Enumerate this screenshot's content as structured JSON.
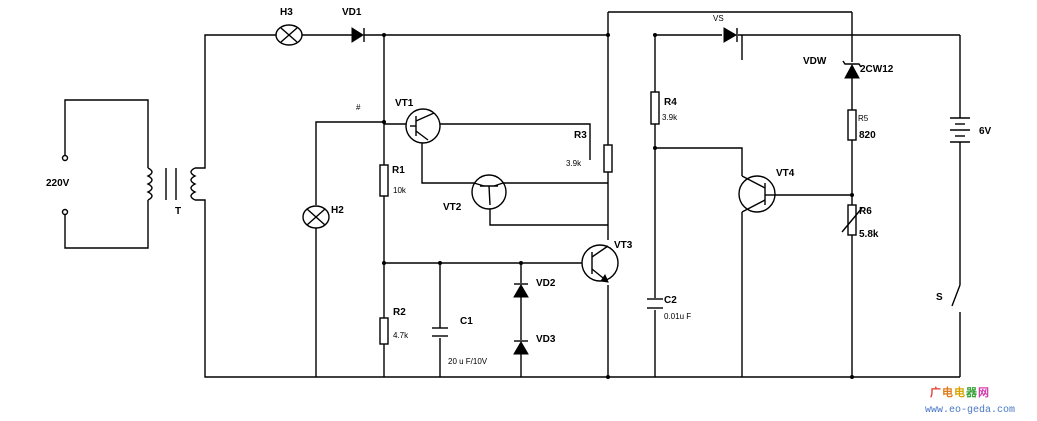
{
  "labels": {
    "source": "220V",
    "transformer": "T",
    "lamp_h3": "H3",
    "lamp_h2": "H2",
    "diode_vd1": "VD1",
    "diode_vd2": "VD2",
    "diode_vd3": "VD3",
    "diode_vs": "VS",
    "zener_vdw": "VDW",
    "zener_vdw_type": "2CW12",
    "r1": "R1",
    "r1_value": "10k",
    "r2": "R2",
    "r2_value": "4.7k",
    "r3": "R3",
    "r3_value": "3.9k",
    "r4": "R4",
    "r4_value": "3.9k",
    "r5": "R5",
    "r5_value": "820",
    "r6": "R6",
    "r6_value": "5.8k",
    "c1": "C1",
    "c1_value": "20 u F/10V",
    "c2": "C2",
    "c2_value": "0.01u F",
    "vt1": "VT1",
    "vt2": "VT2",
    "vt3": "VT3",
    "vt4": "VT4",
    "battery": "6V",
    "switch": "S",
    "small_mark": "#"
  },
  "watermark": {
    "cn_chars": [
      "广",
      "电",
      "电",
      "器",
      "网"
    ],
    "cn_colors": [
      "#e23b2e",
      "#e07b1a",
      "#d8a400",
      "#3aa23a",
      "#d43fb0"
    ],
    "url": "www.eo-geda.com"
  }
}
